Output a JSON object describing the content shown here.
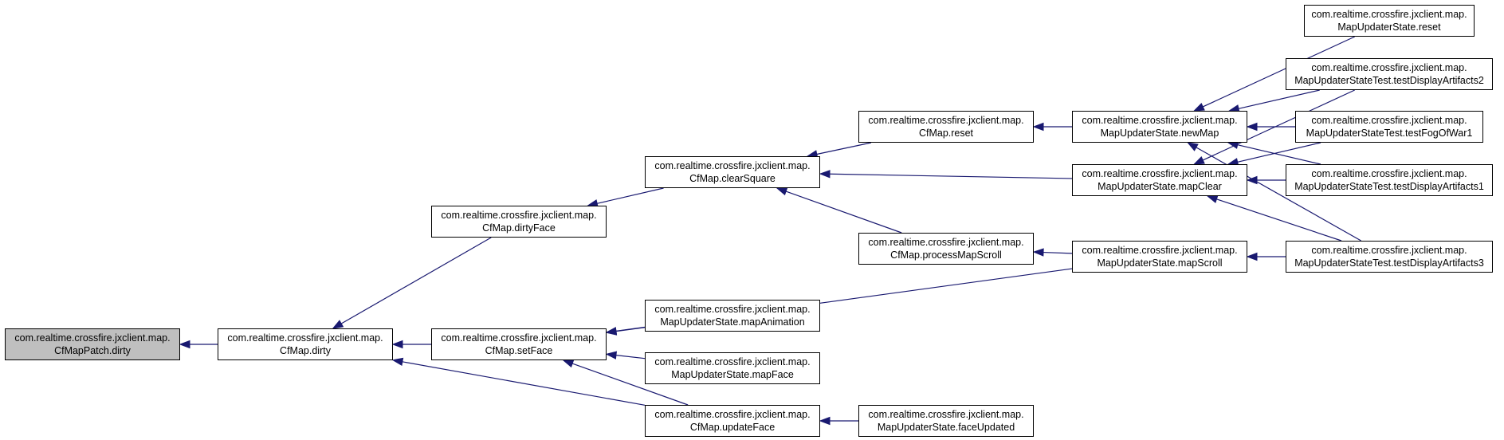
{
  "colors": {
    "edge": "#191970",
    "focus_fill": "#bfbfbf",
    "node_border": "#000000"
  },
  "nodes": {
    "cfmappatch_dirty": {
      "line1": "com.realtime.crossfire.jxclient.map.",
      "line2": "CfMapPatch.dirty"
    },
    "cfmap_dirty": {
      "line1": "com.realtime.crossfire.jxclient.map.",
      "line2": "CfMap.dirty"
    },
    "cfmap_dirtyface": {
      "line1": "com.realtime.crossfire.jxclient.map.",
      "line2": "CfMap.dirtyFace"
    },
    "cfmap_setface": {
      "line1": "com.realtime.crossfire.jxclient.map.",
      "line2": "CfMap.setFace"
    },
    "cfmap_clearsquare": {
      "line1": "com.realtime.crossfire.jxclient.map.",
      "line2": "CfMap.clearSquare"
    },
    "mus_mapanimation": {
      "line1": "com.realtime.crossfire.jxclient.map.",
      "line2": "MapUpdaterState.mapAnimation"
    },
    "mus_mapface": {
      "line1": "com.realtime.crossfire.jxclient.map.",
      "line2": "MapUpdaterState.mapFace"
    },
    "cfmap_updateface": {
      "line1": "com.realtime.crossfire.jxclient.map.",
      "line2": "CfMap.updateFace"
    },
    "cfmap_reset": {
      "line1": "com.realtime.crossfire.jxclient.map.",
      "line2": "CfMap.reset"
    },
    "cfmap_processmapscroll": {
      "line1": "com.realtime.crossfire.jxclient.map.",
      "line2": "CfMap.processMapScroll"
    },
    "mus_faceupdated": {
      "line1": "com.realtime.crossfire.jxclient.map.",
      "line2": "MapUpdaterState.faceUpdated"
    },
    "mus_newmap": {
      "line1": "com.realtime.crossfire.jxclient.map.",
      "line2": "MapUpdaterState.newMap"
    },
    "mus_mapclear": {
      "line1": "com.realtime.crossfire.jxclient.map.",
      "line2": "MapUpdaterState.mapClear"
    },
    "mus_mapscroll": {
      "line1": "com.realtime.crossfire.jxclient.map.",
      "line2": "MapUpdaterState.mapScroll"
    },
    "mus_reset": {
      "line1": "com.realtime.crossfire.jxclient.map.",
      "line2": "MapUpdaterState.reset"
    },
    "must_testdisplayartifacts2": {
      "line1": "com.realtime.crossfire.jxclient.map.",
      "line2": "MapUpdaterStateTest.testDisplayArtifacts2"
    },
    "must_testfogofwar1": {
      "line1": "com.realtime.crossfire.jxclient.map.",
      "line2": "MapUpdaterStateTest.testFogOfWar1"
    },
    "must_testdisplayartifacts1": {
      "line1": "com.realtime.crossfire.jxclient.map.",
      "line2": "MapUpdaterStateTest.testDisplayArtifacts1"
    },
    "must_testdisplayartifacts3": {
      "line1": "com.realtime.crossfire.jxclient.map.",
      "line2": "MapUpdaterStateTest.testDisplayArtifacts3"
    }
  },
  "edges": [
    {
      "from": "cfmap_dirty",
      "to": "cfmappatch_dirty"
    },
    {
      "from": "cfmap_dirtyface",
      "to": "cfmap_dirty"
    },
    {
      "from": "cfmap_setface",
      "to": "cfmap_dirty"
    },
    {
      "from": "cfmap_updateface",
      "to": "cfmap_dirty"
    },
    {
      "from": "cfmap_clearsquare",
      "to": "cfmap_dirtyface"
    },
    {
      "from": "mus_mapscroll",
      "to": "cfmap_setface"
    },
    {
      "from": "mus_mapanimation",
      "to": "cfmap_setface"
    },
    {
      "from": "mus_mapface",
      "to": "cfmap_setface"
    },
    {
      "from": "cfmap_updateface",
      "to": "cfmap_setface"
    },
    {
      "from": "cfmap_reset",
      "to": "cfmap_clearsquare"
    },
    {
      "from": "mus_mapclear",
      "to": "cfmap_clearsquare"
    },
    {
      "from": "cfmap_processmapscroll",
      "to": "cfmap_clearsquare"
    },
    {
      "from": "mus_faceupdated",
      "to": "cfmap_updateface"
    },
    {
      "from": "mus_newmap",
      "to": "cfmap_reset"
    },
    {
      "from": "mus_mapscroll",
      "to": "cfmap_processmapscroll"
    },
    {
      "from": "mus_reset",
      "to": "mus_newmap"
    },
    {
      "from": "must_testdisplayartifacts2",
      "to": "mus_newmap"
    },
    {
      "from": "must_testfogofwar1",
      "to": "mus_newmap"
    },
    {
      "from": "must_testdisplayartifacts1",
      "to": "mus_newmap"
    },
    {
      "from": "must_testdisplayartifacts3",
      "to": "mus_newmap"
    },
    {
      "from": "must_testdisplayartifacts2",
      "to": "mus_mapclear"
    },
    {
      "from": "must_testfogofwar1",
      "to": "mus_mapclear"
    },
    {
      "from": "must_testdisplayartifacts1",
      "to": "mus_mapclear"
    },
    {
      "from": "must_testdisplayartifacts3",
      "to": "mus_mapclear"
    },
    {
      "from": "must_testdisplayartifacts3",
      "to": "mus_mapscroll"
    }
  ]
}
